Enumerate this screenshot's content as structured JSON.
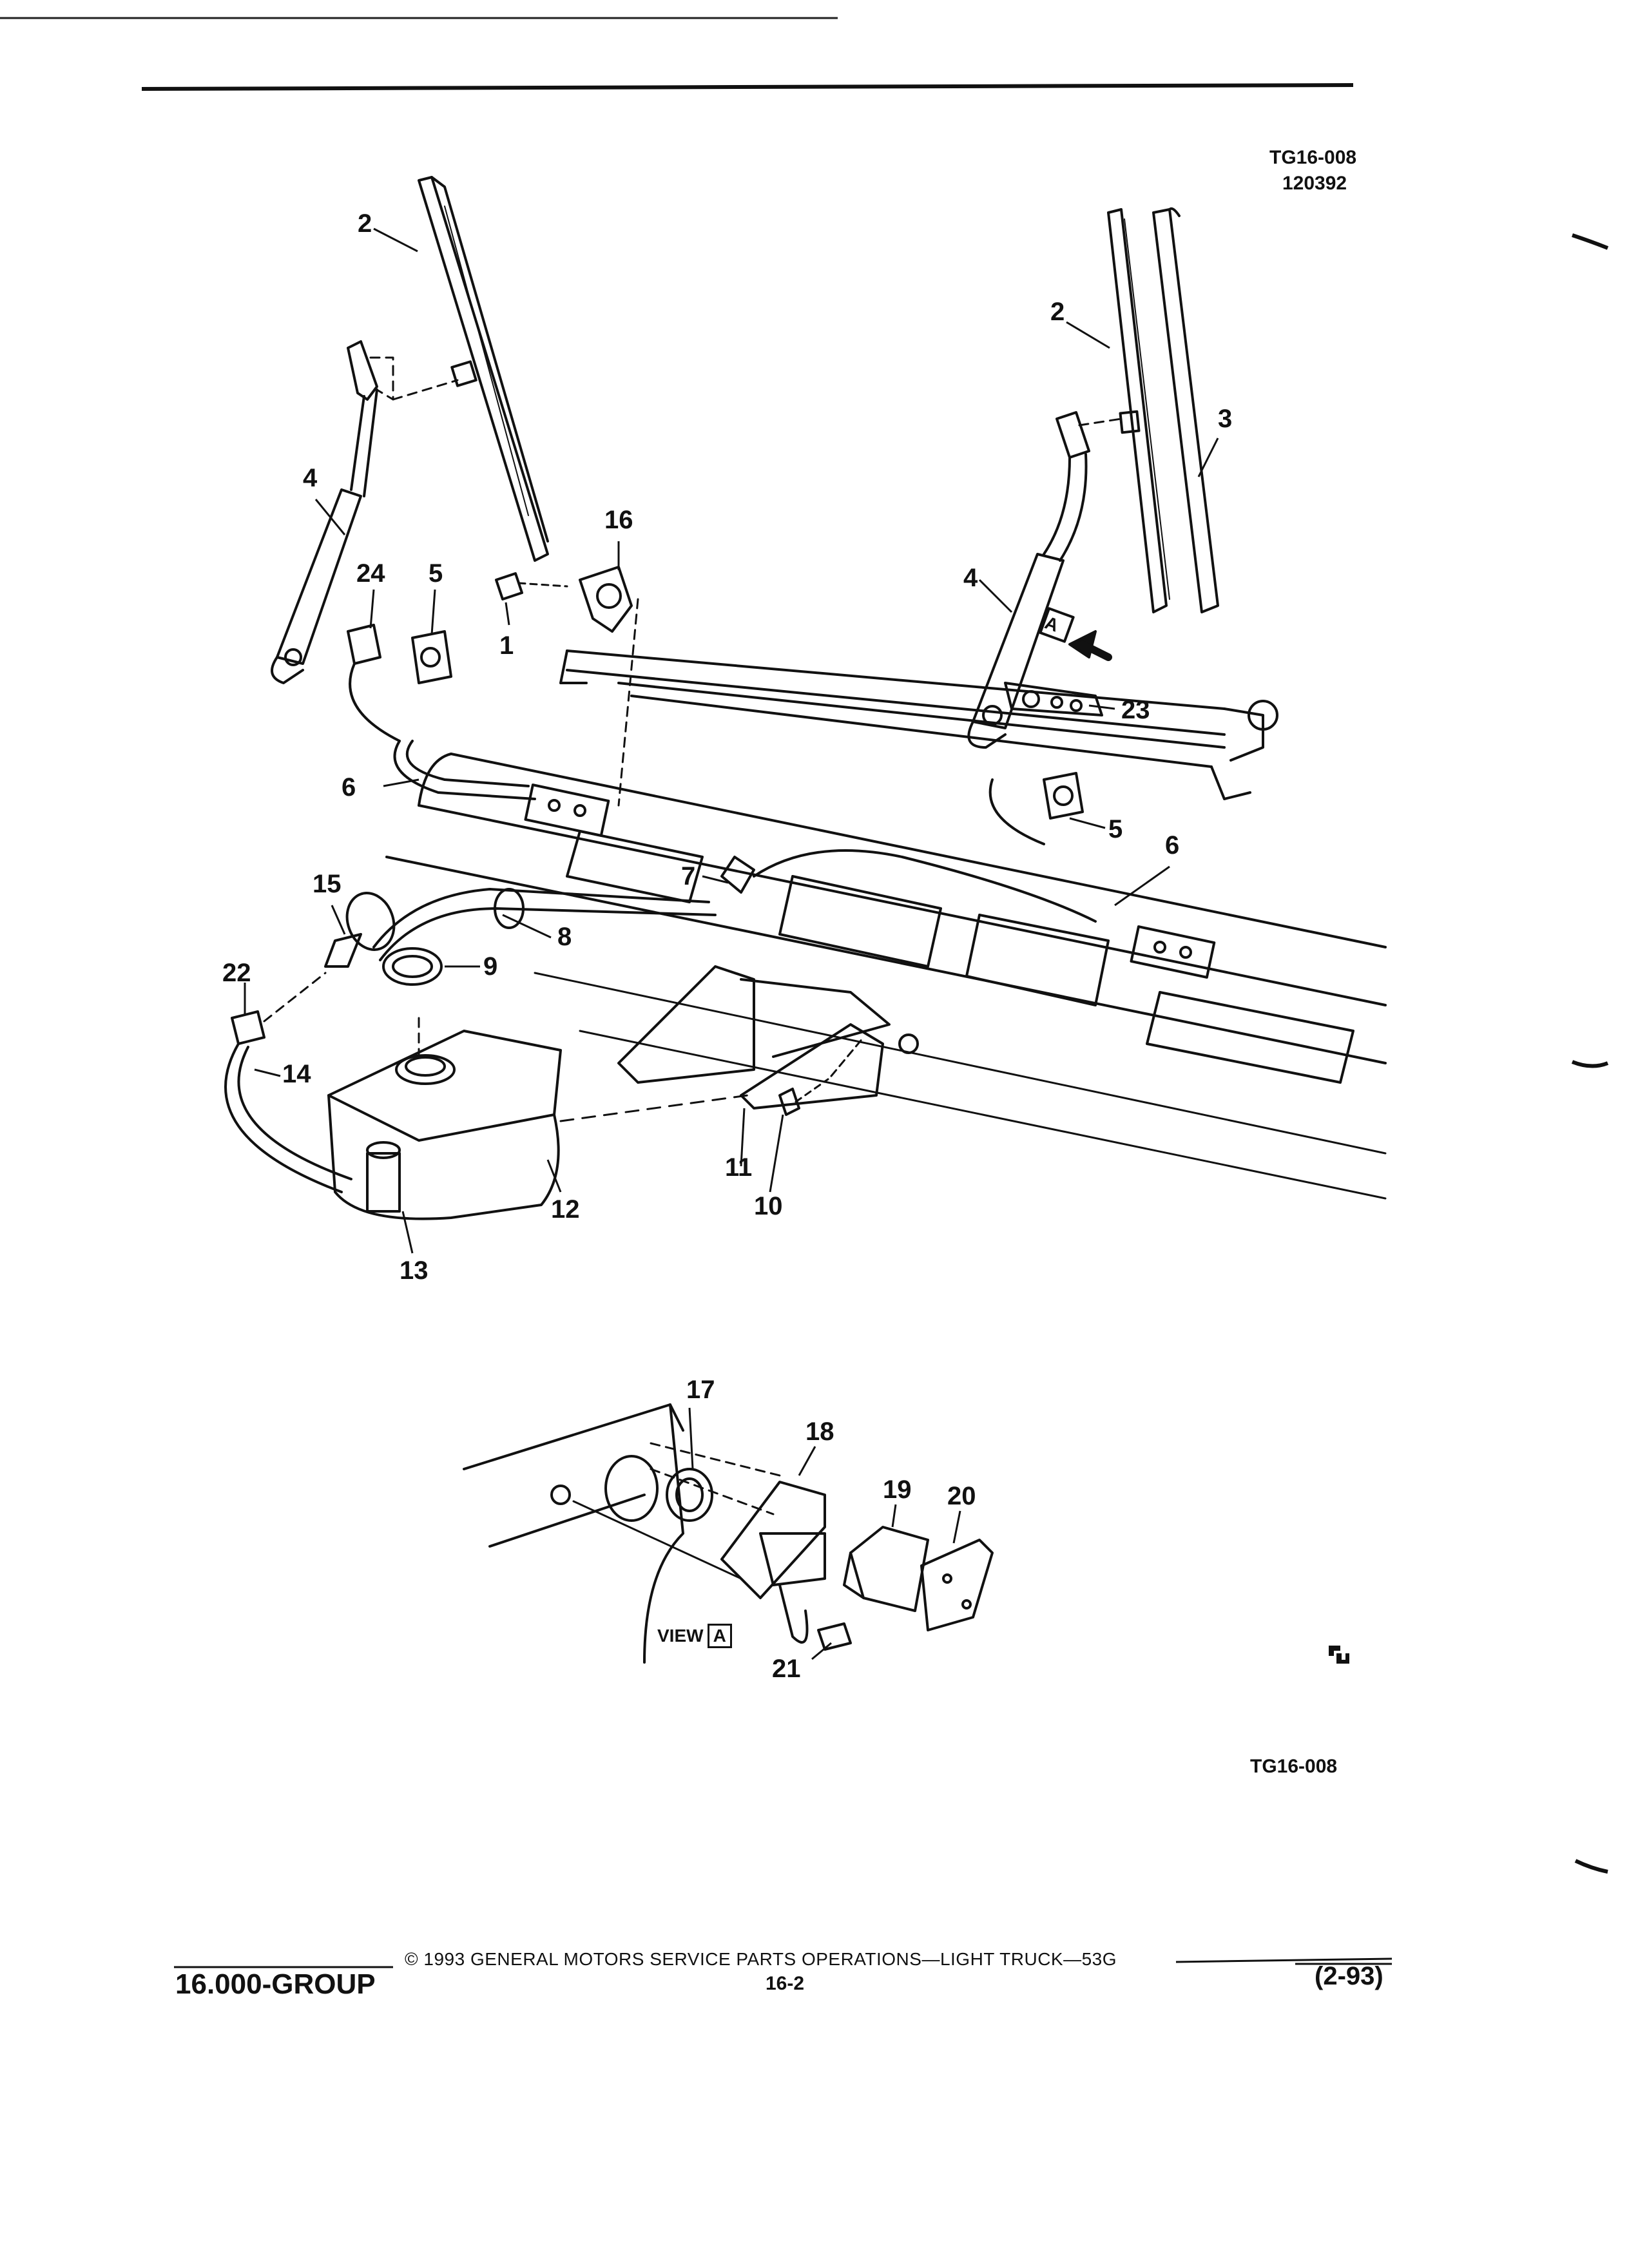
{
  "header": {
    "ref_code": "TG16-008",
    "ref_date": "120392"
  },
  "diagram": {
    "callouts": [
      "1",
      "2",
      "2",
      "3",
      "4",
      "4",
      "5",
      "5",
      "6",
      "6",
      "7",
      "8",
      "9",
      "10",
      "11",
      "12",
      "13",
      "14",
      "15",
      "16",
      "17",
      "18",
      "19",
      "20",
      "21",
      "22",
      "23",
      "24"
    ],
    "view_label": "VIEW",
    "view_letter": "A",
    "arrow_letter": "A",
    "bottom_ref": "TG16-008",
    "logo": "GM mark"
  },
  "footer": {
    "group": "16.000-GROUP",
    "copyright": "© 1993 GENERAL MOTORS SERVICE PARTS OPERATIONS—LIGHT TRUCK—53G",
    "page": "16-2",
    "date_code": "(2-93)"
  }
}
